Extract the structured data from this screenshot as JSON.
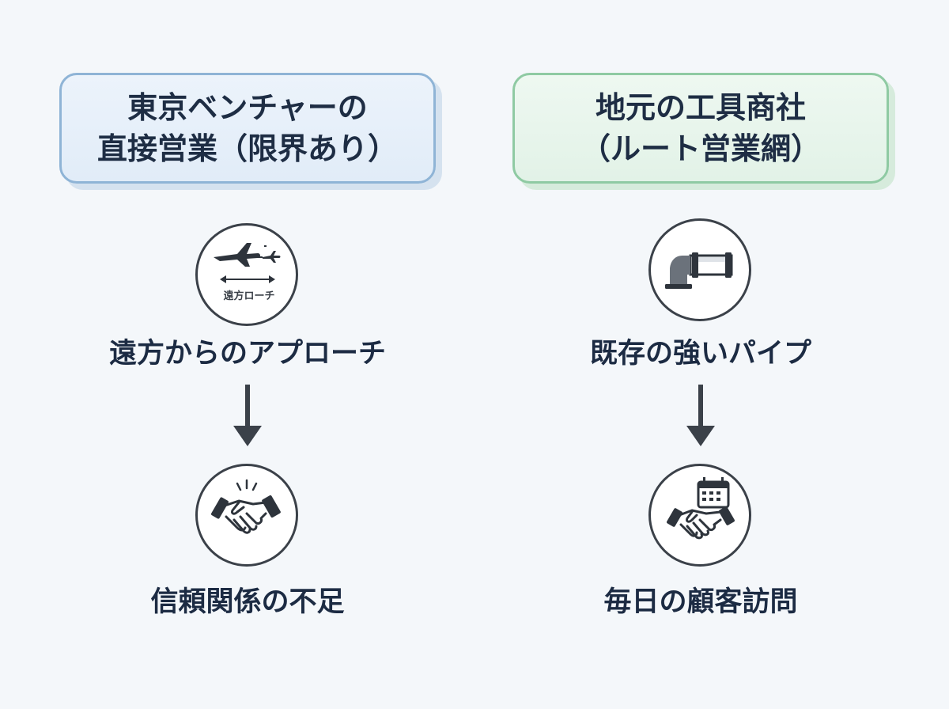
{
  "left": {
    "header_line1": "東京ベンチャーの",
    "header_line2": "直接営業（限界あり）",
    "icon_caption": "遠方ローチ",
    "step1": "遠方からのアプローチ",
    "step2": "信頼関係の不足",
    "accent": "#8fb4d6"
  },
  "right": {
    "header_line1": "地元の工具商社",
    "header_line2": "（ルート営業網）",
    "step1": "既存の強いパイプ",
    "step2": "毎日の顧客訪問",
    "accent": "#8fcaa3"
  },
  "icons": [
    "airplane-icon",
    "pipe-icon",
    "handshake-icon",
    "calendar-handshake-icon",
    "arrow-down-icon"
  ]
}
